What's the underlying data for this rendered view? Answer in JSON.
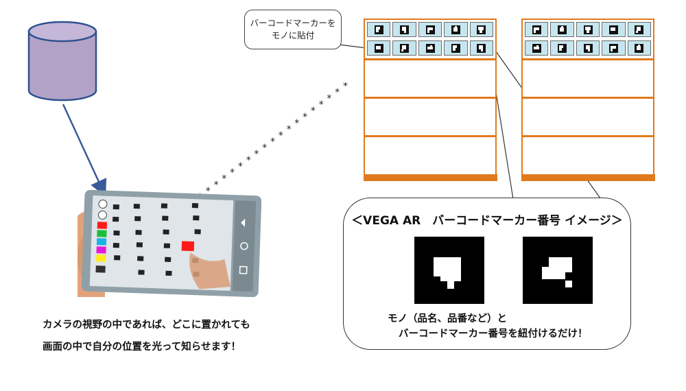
{
  "callout": {
    "line1": "バーコードマーカーを",
    "line2": "モノに貼付"
  },
  "info_bubble": {
    "title": "＜VEGA AR　バーコードマーカー番号 イメージ＞",
    "note_line1": "モノ（品名、品番など）と",
    "note_line2": "バーコードマーカー番号を紐付けるだけ！"
  },
  "caption": {
    "line1": "カメラの視野の中であれば、どこに置かれても",
    "line2": "画面の中で自分の位置を光って知らせます！"
  },
  "colors": {
    "shelf": "#e07a1c",
    "marker_bg": "#c6e6ef",
    "database_fill": "#b3a2c7",
    "database_stroke": "#2f528f",
    "arrow": "#3a5a9a",
    "highlight": "#ff1a1a"
  },
  "icons": [
    "database-icon",
    "barcode-marker-icon",
    "smartphone-photo"
  ]
}
